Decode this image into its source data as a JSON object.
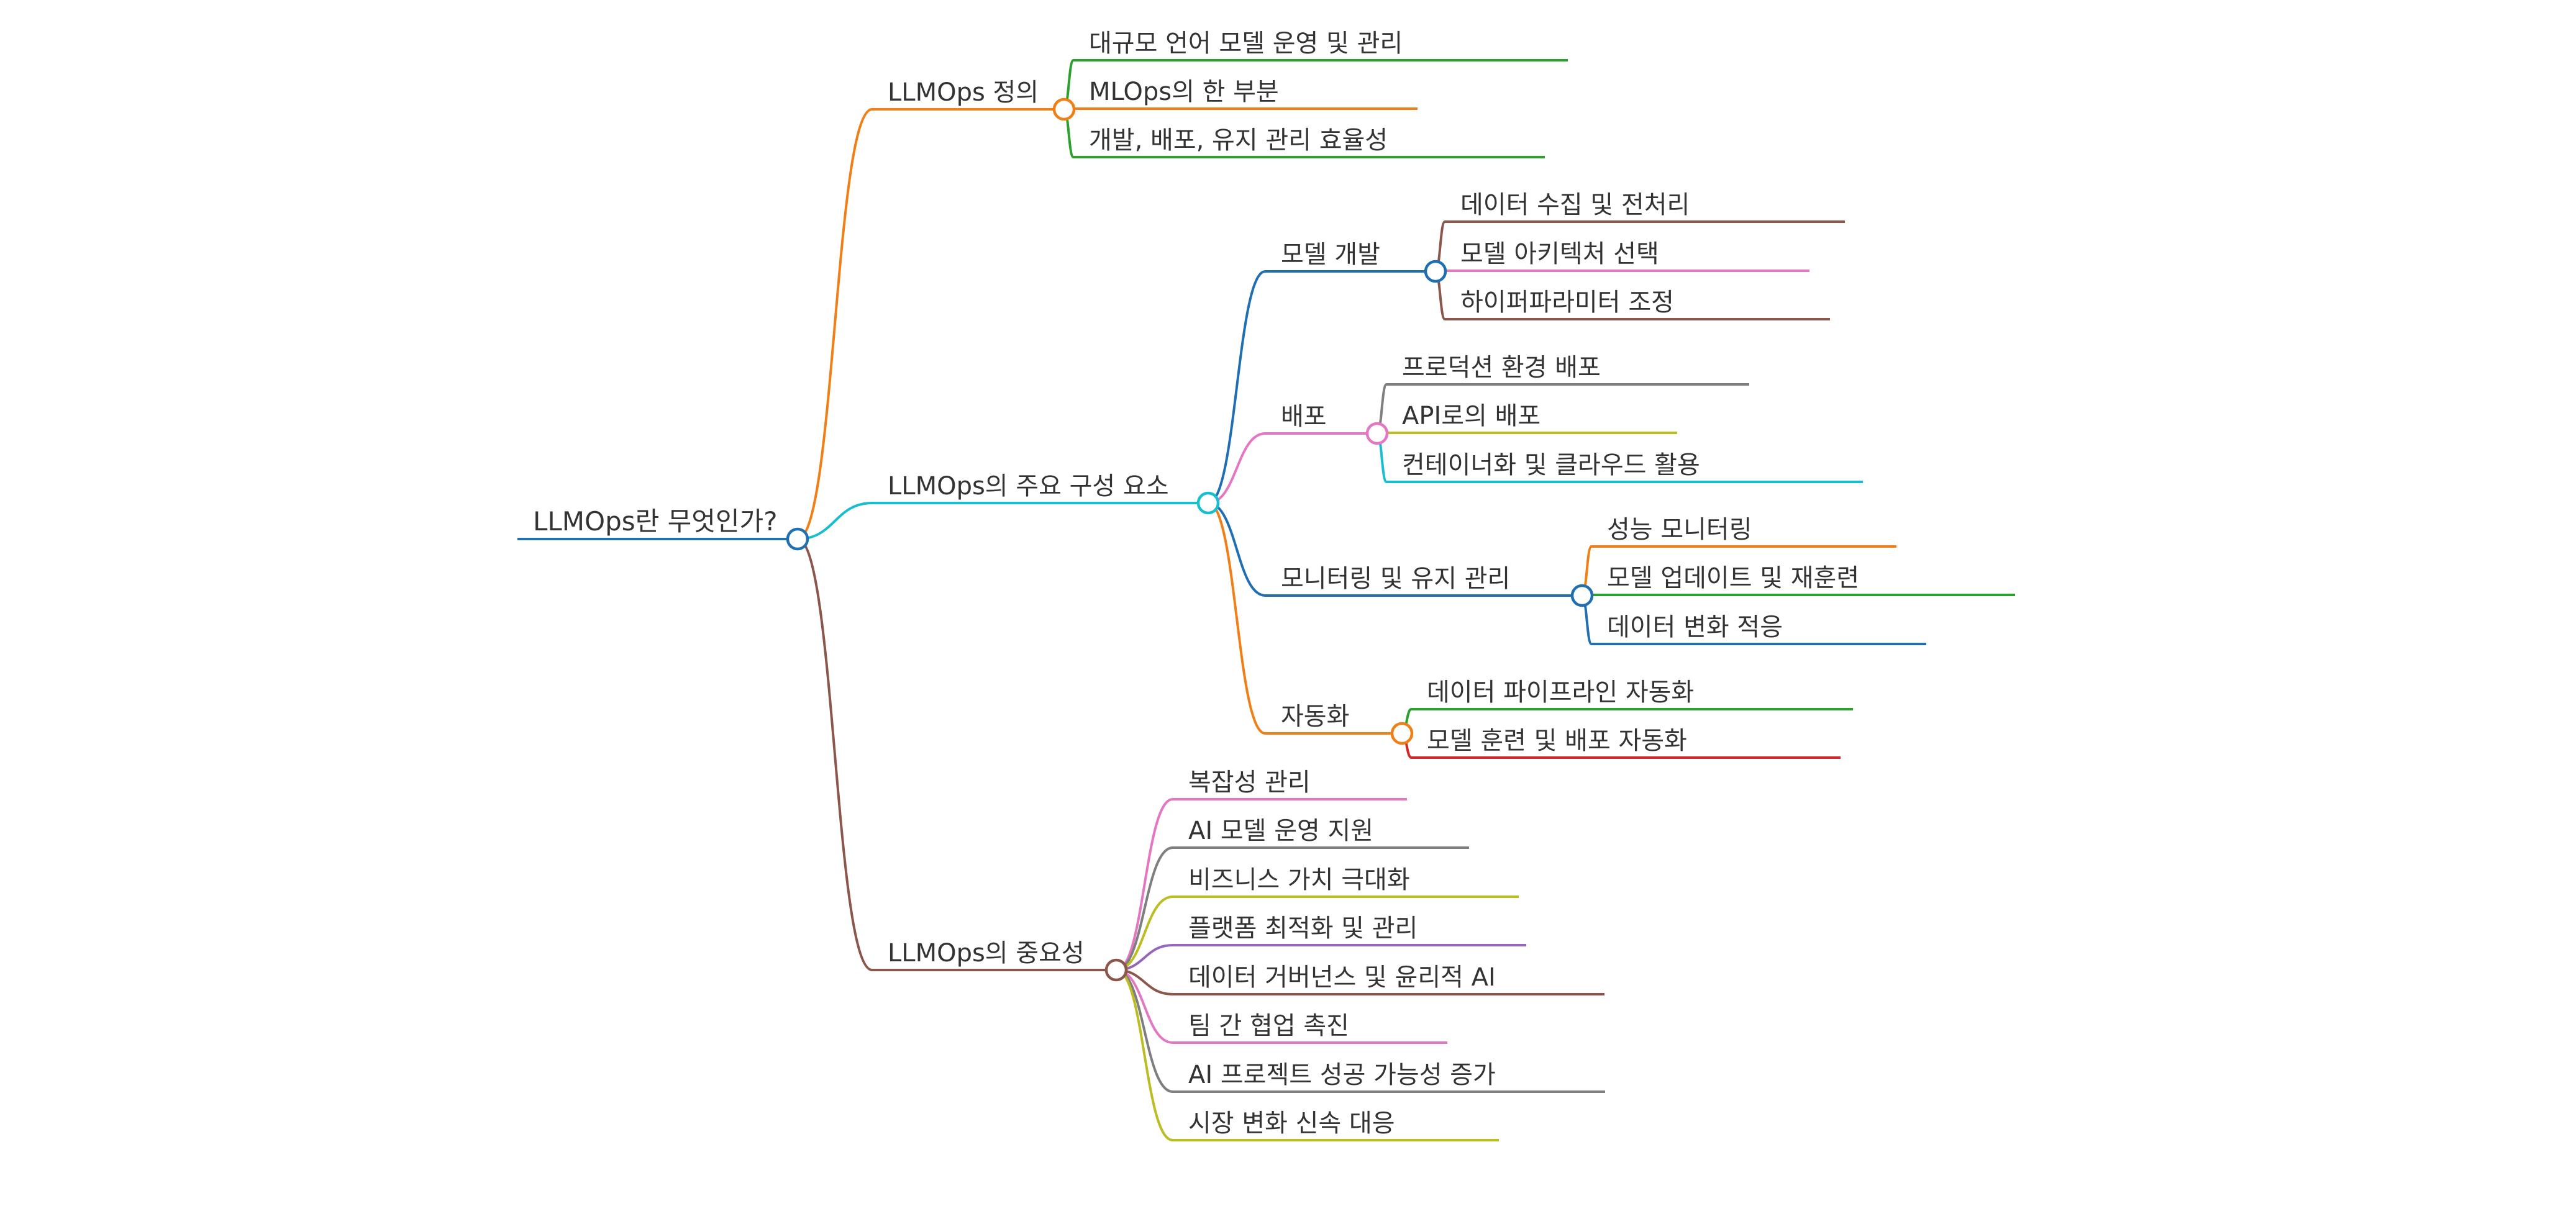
{
  "mindmap": {
    "root": {
      "label": "LLMOps란 무엇인가?",
      "color": "#1f6fb2",
      "children": [
        {
          "label": "LLMOps 정의",
          "color": "#f07f15",
          "children": [
            {
              "label": "대규모 언어 모델 운영 및 관리",
              "color": "#2ca02c"
            },
            {
              "label": "MLOps의 한 부분",
              "color": "#f07f15"
            },
            {
              "label": "개발, 배포, 유지 관리 효율성",
              "color": "#2ca02c"
            }
          ]
        },
        {
          "label": "LLMOps의 주요 구성 요소",
          "color": "#17becf",
          "children": [
            {
              "label": "모델 개발",
              "color": "#1f6fb2",
              "children": [
                {
                  "label": "데이터 수집 및 전처리",
                  "color": "#8c564b"
                },
                {
                  "label": "모델 아키텍처 선택",
                  "color": "#e377c2"
                },
                {
                  "label": "하이퍼파라미터 조정",
                  "color": "#8c564b"
                }
              ]
            },
            {
              "label": "배포",
              "color": "#e377c2",
              "children": [
                {
                  "label": "프로덕션 환경 배포",
                  "color": "#7f7f7f"
                },
                {
                  "label": "API로의 배포",
                  "color": "#bcbd22"
                },
                {
                  "label": "컨테이너화 및 클라우드 활용",
                  "color": "#17becf"
                }
              ]
            },
            {
              "label": "모니터링 및 유지 관리",
              "color": "#1f6fb2",
              "children": [
                {
                  "label": "성능 모니터링",
                  "color": "#f07f15"
                },
                {
                  "label": "모델 업데이트 및 재훈련",
                  "color": "#2ca02c"
                },
                {
                  "label": "데이터 변화 적응",
                  "color": "#1f6fb2"
                }
              ]
            },
            {
              "label": "자동화",
              "color": "#f07f15",
              "children": [
                {
                  "label": "데이터 파이프라인 자동화",
                  "color": "#2ca02c"
                },
                {
                  "label": "모델 훈련 및 배포 자동화",
                  "color": "#d62728"
                }
              ]
            }
          ]
        },
        {
          "label": "LLMOps의 중요성",
          "color": "#8c564b",
          "children": [
            {
              "label": "복잡성 관리",
              "color": "#e377c2"
            },
            {
              "label": "AI 모델 운영 지원",
              "color": "#7f7f7f"
            },
            {
              "label": "비즈니스 가치 극대화",
              "color": "#bcbd22"
            },
            {
              "label": "플랫폼 최적화 및 관리",
              "color": "#9467bd"
            },
            {
              "label": "데이터 거버넌스 및 윤리적 AI",
              "color": "#8c564b"
            },
            {
              "label": "팀 간 협업 촉진",
              "color": "#e377c2"
            },
            {
              "label": "AI 프로젝트 성공 가능성 증가",
              "color": "#7f7f7f"
            },
            {
              "label": "시장 변화 신속 대응",
              "color": "#bcbd22"
            }
          ]
        }
      ]
    }
  }
}
